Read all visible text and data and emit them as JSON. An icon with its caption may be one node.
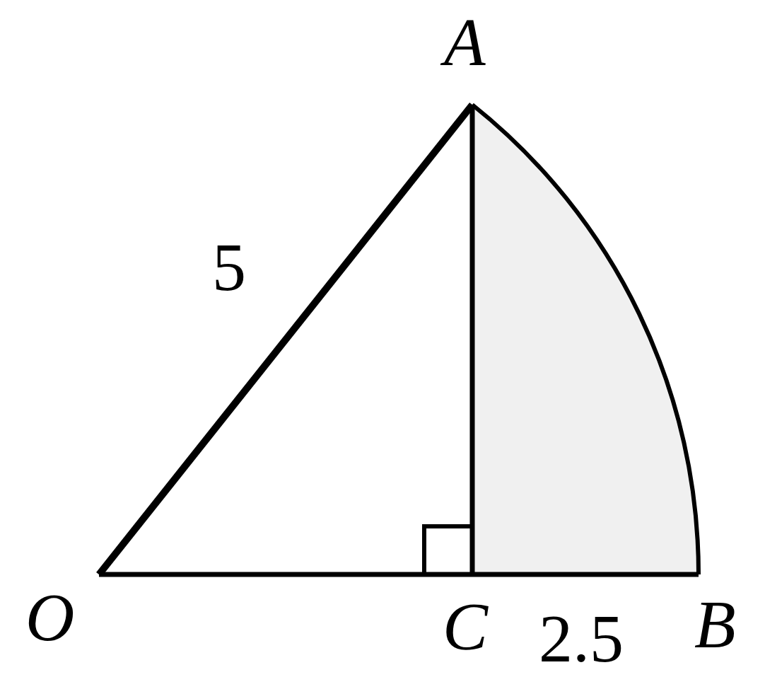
{
  "diagram": {
    "labels": [
      "A",
      "5",
      "O",
      "C",
      "2.5",
      "B"
    ]
  }
}
